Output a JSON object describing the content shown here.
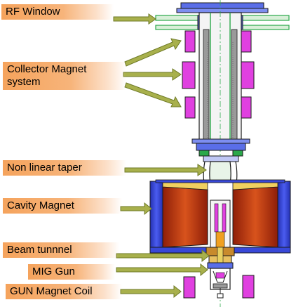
{
  "labels": {
    "rf_window": "RF Window",
    "collector_magnet": "Collector Magnet\nsystem",
    "nonlinear_taper": "Non linear taper",
    "cavity_magnet": "Cavity Magnet",
    "beam_tunnel": "Beam tunnnel",
    "mig_gun": "MIG Gun",
    "gun_magnet_coil": "GUN Magnet Coil"
  },
  "colors": {
    "label_fill": "#f5a35c",
    "arrow": "#8a9a3a",
    "arrow_fill": "#a8b04c",
    "magnet_pink": "#e040e0",
    "cavity_red": "#c43a14",
    "cavity_blue": "#3848d8",
    "tube_green": "#2aa84a",
    "outline": "#1a1a1a"
  }
}
